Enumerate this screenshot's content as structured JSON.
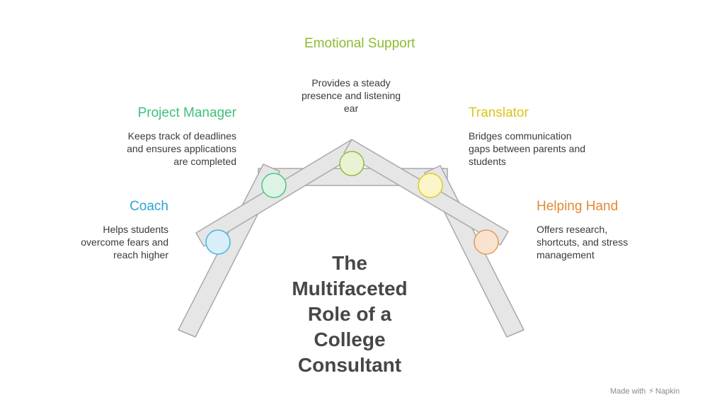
{
  "title": "The Multifaceted Role of a College Consultant",
  "roles": [
    {
      "id": "coach",
      "name": "Coach",
      "description": "Helps students overcome fears and reach higher",
      "color": "#2aa6d6",
      "fill": "#d8eef9",
      "stroke": "#45b4e1"
    },
    {
      "id": "project-manager",
      "name": "Project Manager",
      "description": "Keeps track of deadlines and ensures applications are completed",
      "color": "#3ec07b",
      "fill": "#ddf4e5",
      "stroke": "#4cc486"
    },
    {
      "id": "emotional-support",
      "name": "Emotional Support",
      "description": "Provides a steady presence and listening ear",
      "color": "#8dbb2f",
      "fill": "#e9f2d3",
      "stroke": "#8fbd3a"
    },
    {
      "id": "translator",
      "name": "Translator",
      "description": "Bridges communication gaps between parents and students",
      "color": "#d9c51a",
      "fill": "#fbf5c9",
      "stroke": "#dccb2a"
    },
    {
      "id": "helping-hand",
      "name": "Helping Hand",
      "description": "Offers research, shortcuts, and stress management",
      "color": "#e08a33",
      "fill": "#f9e3cf",
      "stroke": "#e19a57"
    }
  ],
  "footer": {
    "made_with": "Made with",
    "brand": "Napkin",
    "icon": "napkin-logo-icon"
  }
}
